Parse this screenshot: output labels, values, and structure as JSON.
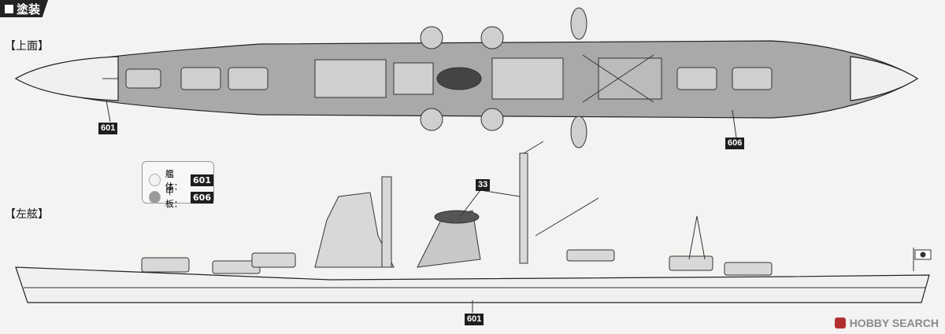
{
  "header": {
    "title": "塗装"
  },
  "views": {
    "top_label": "【上面】",
    "side_label": "【左舷】"
  },
  "callouts": {
    "hull_top": "601",
    "deck_top": "606",
    "side_top": "33",
    "hull_side": "601"
  },
  "legend": {
    "hull": {
      "label": "艦体：",
      "code": "601",
      "color": "#f2f2f2"
    },
    "deck": {
      "label": "甲板：",
      "code": "606",
      "color": "#9a9a9a"
    }
  },
  "watermark": "HOBBY SEARCH"
}
